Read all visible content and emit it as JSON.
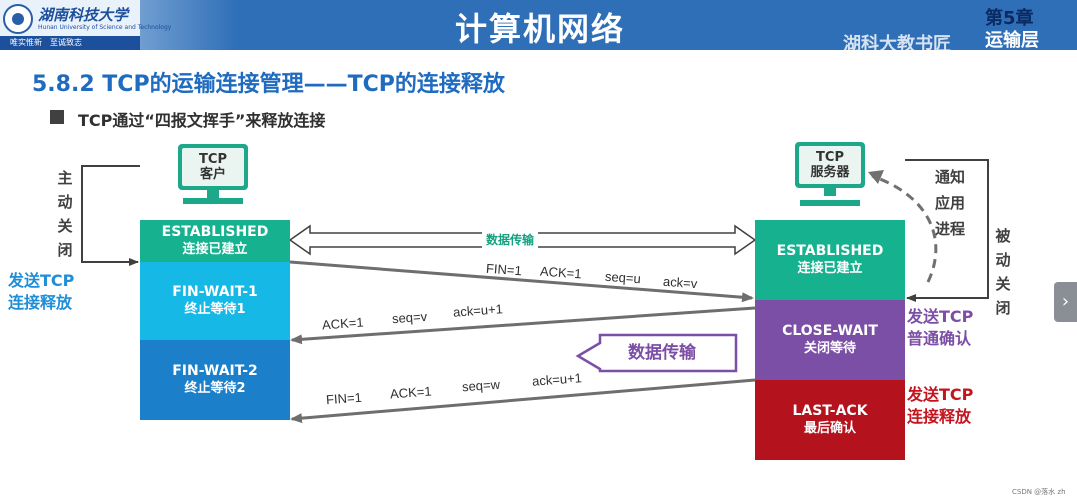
{
  "header": {
    "school_name": "湖南科技大学",
    "school_name_en": "Hunan University of Science and Technology",
    "motto": "唯实惟新　至诚致志",
    "course_title": "计算机网络",
    "chapter_number": "第5章",
    "chapter_name": "运输层",
    "watermark": "湖科大教书匠"
  },
  "section_title": "5.8.2 TCP的运输连接管理——TCP的连接释放",
  "subtitle": "TCP通过“四报文挥手”来释放连接",
  "client": {
    "label_line1": "TCP",
    "label_line2": "客户",
    "states": [
      {
        "en": "ESTABLISHED",
        "cn": "连接已建立"
      },
      {
        "en": "FIN-WAIT-1",
        "cn": "终止等待1"
      },
      {
        "en": "FIN-WAIT-2",
        "cn": "终止等待2"
      }
    ],
    "active_close": [
      "主",
      "动",
      "关",
      "闭"
    ],
    "send_release": [
      "发送TCP",
      "连接释放"
    ]
  },
  "server": {
    "label_line1": "TCP",
    "label_line2": "服务器",
    "states": [
      {
        "en": "ESTABLISHED",
        "cn": "连接已建立"
      },
      {
        "en": "CLOSE-WAIT",
        "cn": "关闭等待"
      },
      {
        "en": "LAST-ACK",
        "cn": "最后确认"
      }
    ],
    "notify_app": [
      "通知",
      "应用",
      "进程"
    ],
    "passive_close": [
      "被",
      "动",
      "关",
      "闭"
    ],
    "send_ack": [
      "发送TCP",
      "普通确认"
    ],
    "send_release": [
      "发送TCP",
      "连接释放"
    ]
  },
  "data_transfer_label": "数据传输",
  "data_transfer_halfopen": "数据传输",
  "segments": [
    {
      "fields": [
        "FIN=1",
        "ACK=1",
        "seq=u",
        "ack=v"
      ]
    },
    {
      "fields": [
        "ACK=1",
        "seq=v",
        "ack=u+1"
      ]
    },
    {
      "fields": [
        "FIN=1",
        "ACK=1",
        "seq=w",
        "ack=u+1"
      ]
    }
  ],
  "nav_next_icon": "›",
  "credit": "CSDN @落水 zh"
}
